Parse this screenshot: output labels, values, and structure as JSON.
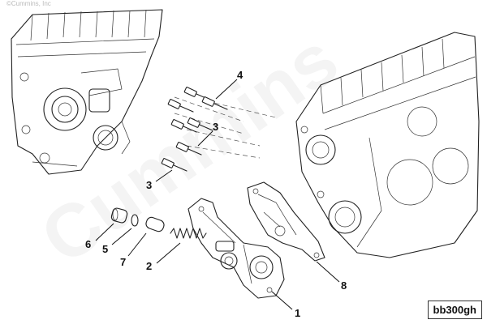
{
  "copyright": "©Cummins, Inc",
  "watermark_text": "Cummins",
  "figure_id": "bb300gh",
  "callouts": [
    {
      "label": "1",
      "part": "oil pump"
    },
    {
      "label": "2",
      "part": "spring"
    },
    {
      "label": "3",
      "part": "capscrew"
    },
    {
      "label": "3",
      "part": "capscrew"
    },
    {
      "label": "4",
      "part": "capscrew"
    },
    {
      "label": "5",
      "part": "o-ring"
    },
    {
      "label": "6",
      "part": "plug"
    },
    {
      "label": "7",
      "part": "plunger"
    },
    {
      "label": "8",
      "part": "gasket"
    }
  ]
}
